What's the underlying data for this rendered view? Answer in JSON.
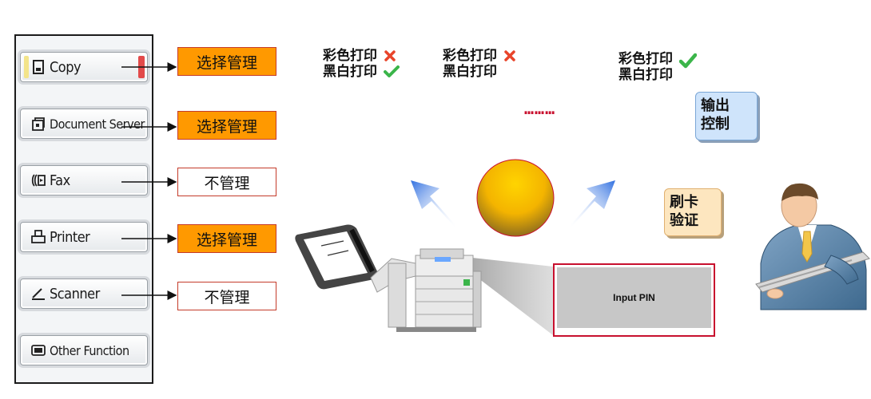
{
  "function_panel": {
    "buttons": [
      {
        "label": "Copy",
        "icon": "copy-icon"
      },
      {
        "label": "Document Server",
        "icon": "document-server-icon"
      },
      {
        "label": "Fax",
        "icon": "fax-icon"
      },
      {
        "label": "Printer",
        "icon": "printer-icon"
      },
      {
        "label": "Scanner",
        "icon": "scanner-icon"
      },
      {
        "label": "Other Function",
        "icon": "other-function-icon"
      }
    ]
  },
  "tags": [
    {
      "text": "选择管理",
      "kind": "managed"
    },
    {
      "text": "选择管理",
      "kind": "managed"
    },
    {
      "text": "不管理",
      "kind": "unmanaged"
    },
    {
      "text": "选择管理",
      "kind": "managed"
    },
    {
      "text": "不管理",
      "kind": "unmanaged"
    }
  ],
  "print_status": [
    {
      "color_label": "彩色打印",
      "color_mark": "cross-icon",
      "mono_label": "黑白打印",
      "mono_mark": "check-icon"
    },
    {
      "color_label": "彩色打印",
      "color_mark": "cross-icon",
      "mono_label": "黑白打印",
      "mono_mark": ""
    },
    {
      "color_label": "彩色打印",
      "color_mark": "check-icon",
      "mono_label": "黑白打印",
      "mono_mark": ""
    }
  ],
  "ellipsis": "………",
  "output_control": {
    "line1": "输出",
    "line2": "控制"
  },
  "card_auth": {
    "line1": "刷卡",
    "line2": "验证"
  },
  "pin_box": {
    "label": "Input PIN"
  },
  "colors": {
    "managed": "#ff9900",
    "frame_red": "#c8102e",
    "check": "#3bb54a",
    "cross": "#e8442a",
    "arrow_blue": "#3b7ee6"
  }
}
